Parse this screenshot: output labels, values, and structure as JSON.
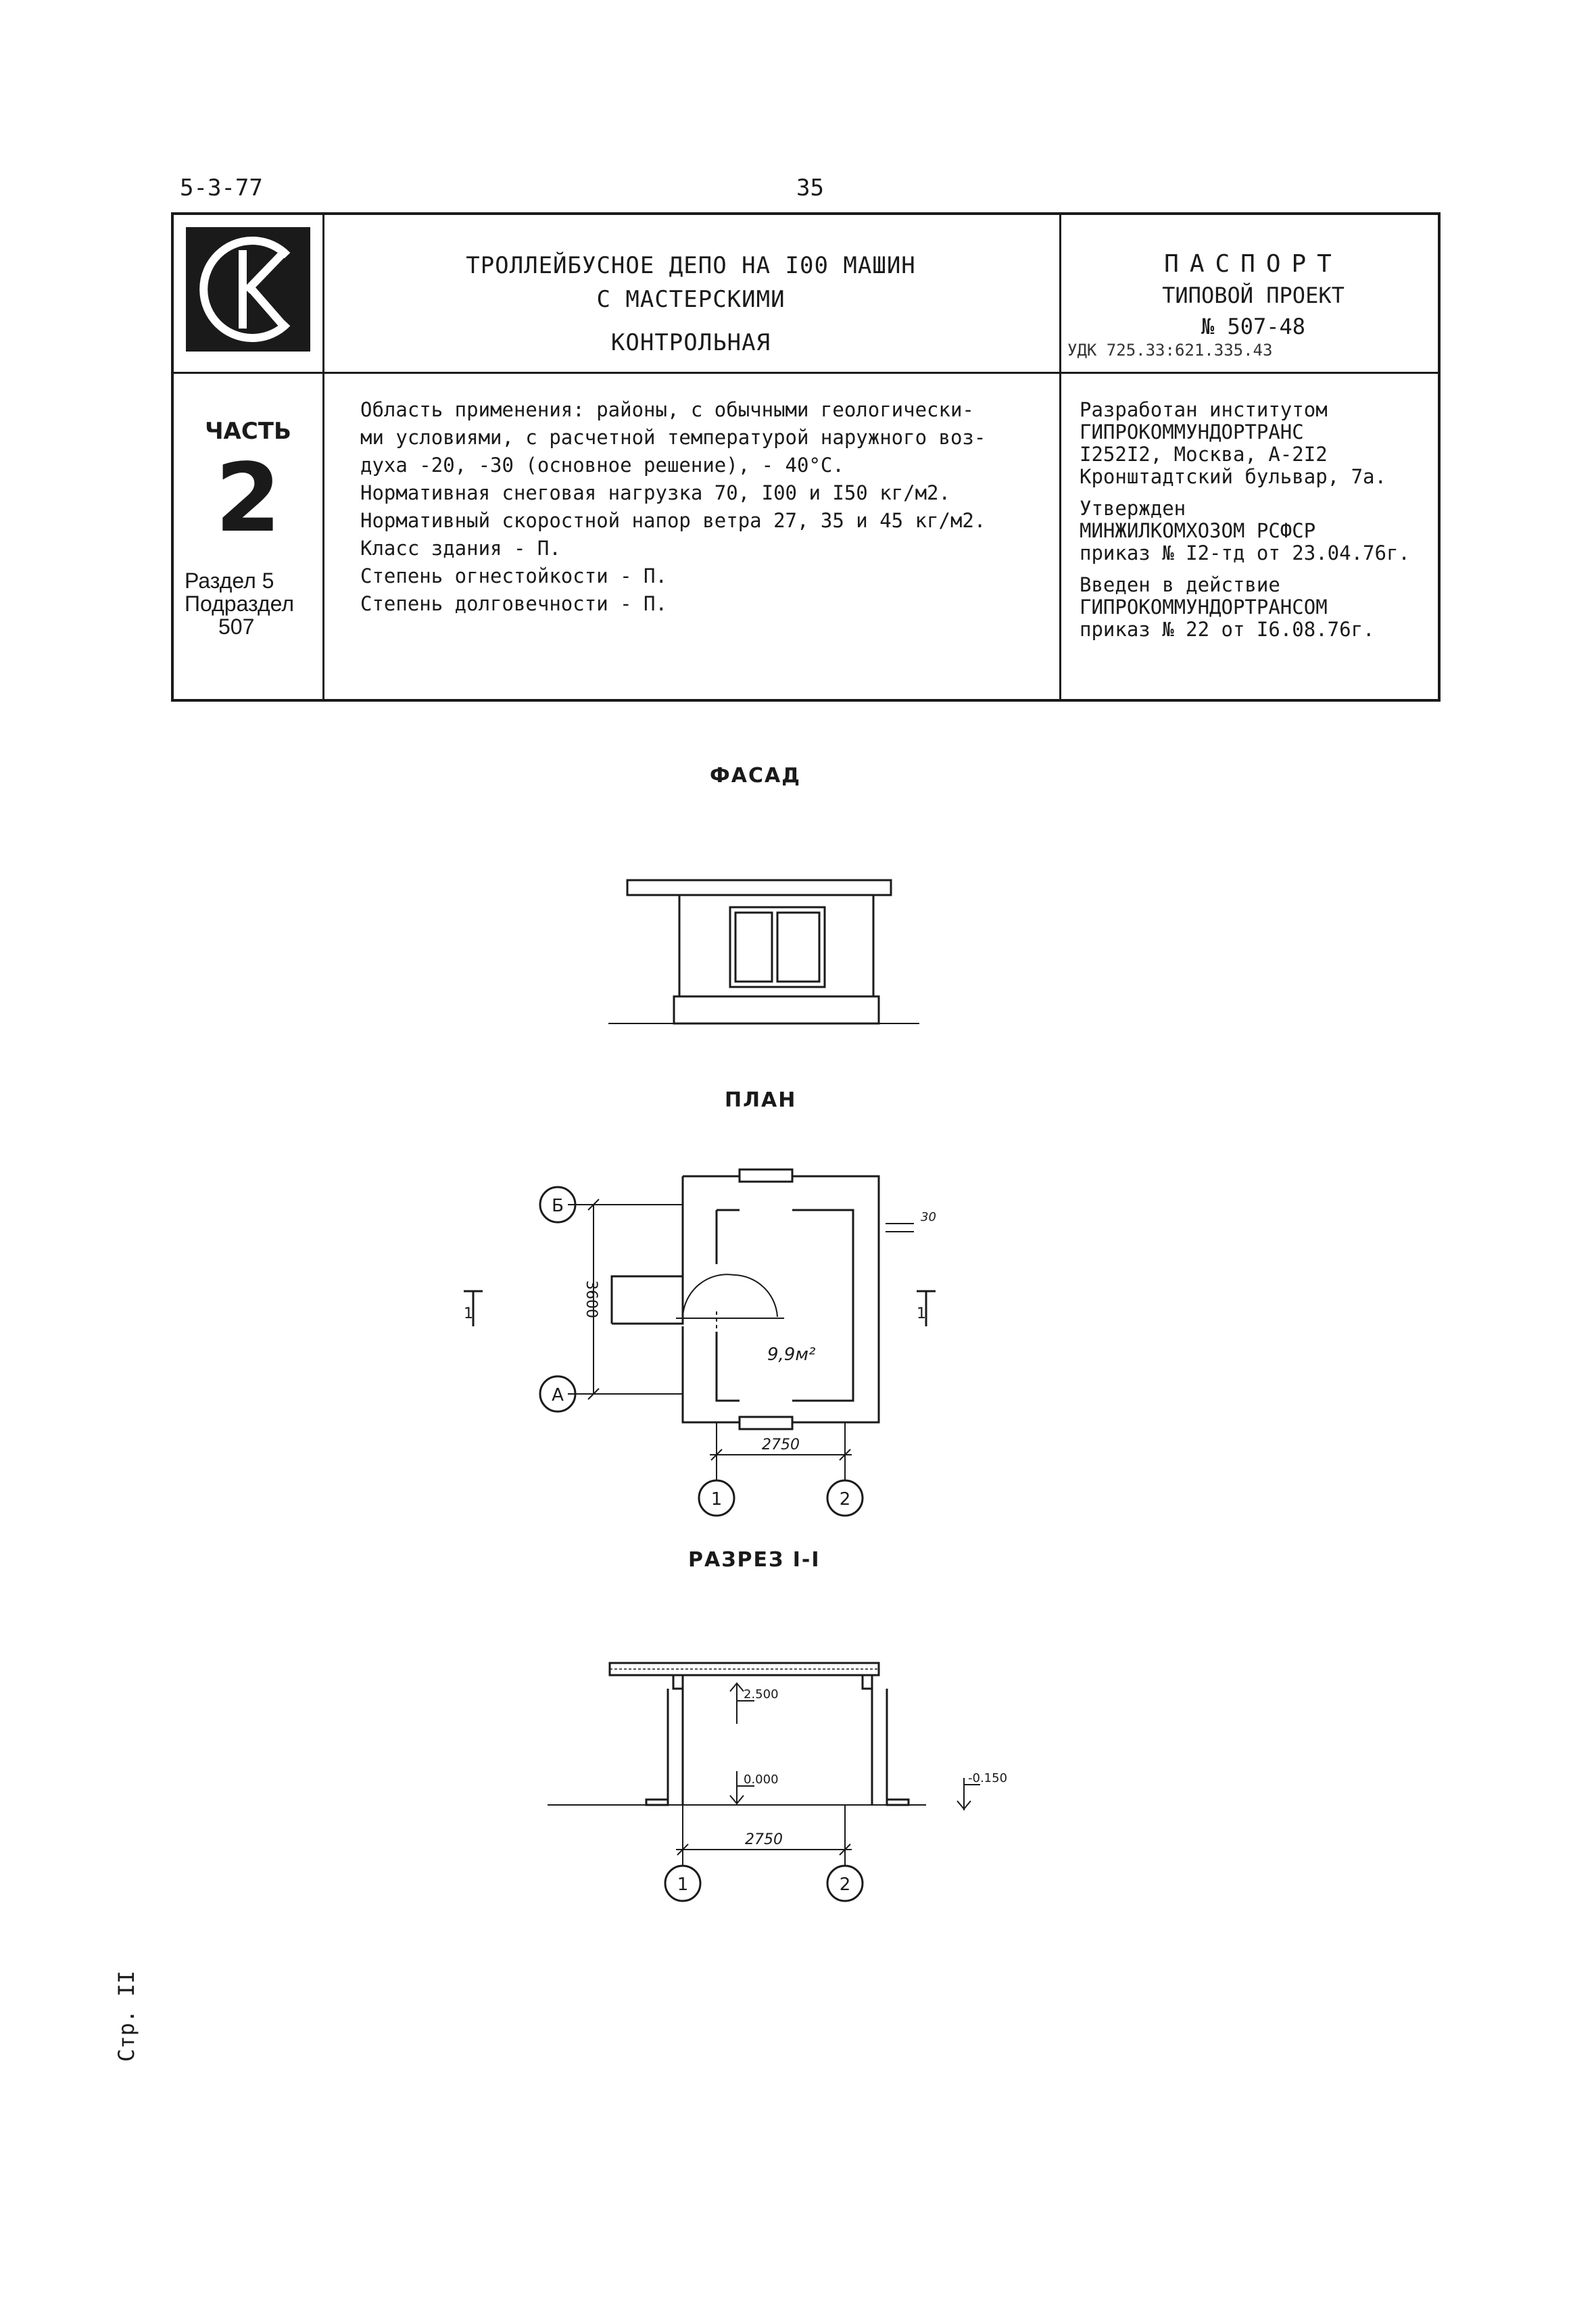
{
  "header": {
    "code": "5-3-77",
    "page_number": "35"
  },
  "title_block": {
    "logo": "СК",
    "title_line1": "ТРОЛЛЕЙБУСНОЕ ДЕПО НА I00 МАШИН",
    "title_line2": "С МАСТЕРСКИМИ",
    "subtitle": "КОНТРОЛЬНАЯ",
    "passport_label": "ПАСПОРТ",
    "project_type": "ТИПОВОЙ ПРОЕКТ",
    "project_number": "№ 507-48",
    "udk": "УДК 725.33:621.335.43",
    "part_label": "ЧАСТЬ",
    "part_number": "2",
    "section": "Раздел 5",
    "subsection_label": "Подраздел",
    "subsection": "507"
  },
  "description": [
    "Область применения: районы, с обычными геологически-",
    "ми условиями, с расчетной температурой наружного воз-",
    "духа -20, -30 (основное решение), - 40°С.",
    "Нормативная снеговая нагрузка 70, I00 и I50 кг/м2.",
    "Нормативный скоростной напор ветра 27, 35 и 45 кг/м2.",
    "Класс здания - П.",
    "Степень огнестойкости - П.",
    "Степень долговечности - П."
  ],
  "developer": {
    "line1": "Разработан институтом",
    "line2": "ГИПРОКОММУНДОРТРАНС",
    "line3": "I252I2, Москва, А-2I2",
    "line4": "Кронштадтский бульвар, 7а.",
    "approved1": "Утвержден",
    "approved2": "МИНЖИЛКОМХОЗОМ РСФСР",
    "approved3": "приказ № I2-тд от 23.04.76г.",
    "intro1": "Введен в действие",
    "intro2": "ГИПРОКОММУНДОРТРАНСОМ",
    "intro3": "приказ № 22 от I6.08.76г."
  },
  "drawings": {
    "facade_title": "ФАСАД",
    "plan_title": "ПЛАН",
    "section_title": "РАЗРЕЗ I-I",
    "plan": {
      "axis_b": "Б",
      "axis_a": "А",
      "axis_1": "1",
      "axis_2": "2",
      "dim_vertical": "3600",
      "dim_horizontal": "2750",
      "area": "9,9м²",
      "wall_dim": "30",
      "cut_mark": "1"
    },
    "section": {
      "axis_1": "1",
      "axis_2": "2",
      "dim_horizontal": "2750",
      "mark_top": "2.500",
      "mark_floor": "0.000",
      "mark_ground": "-0.150"
    }
  },
  "footer": {
    "page": "Стр. II"
  }
}
